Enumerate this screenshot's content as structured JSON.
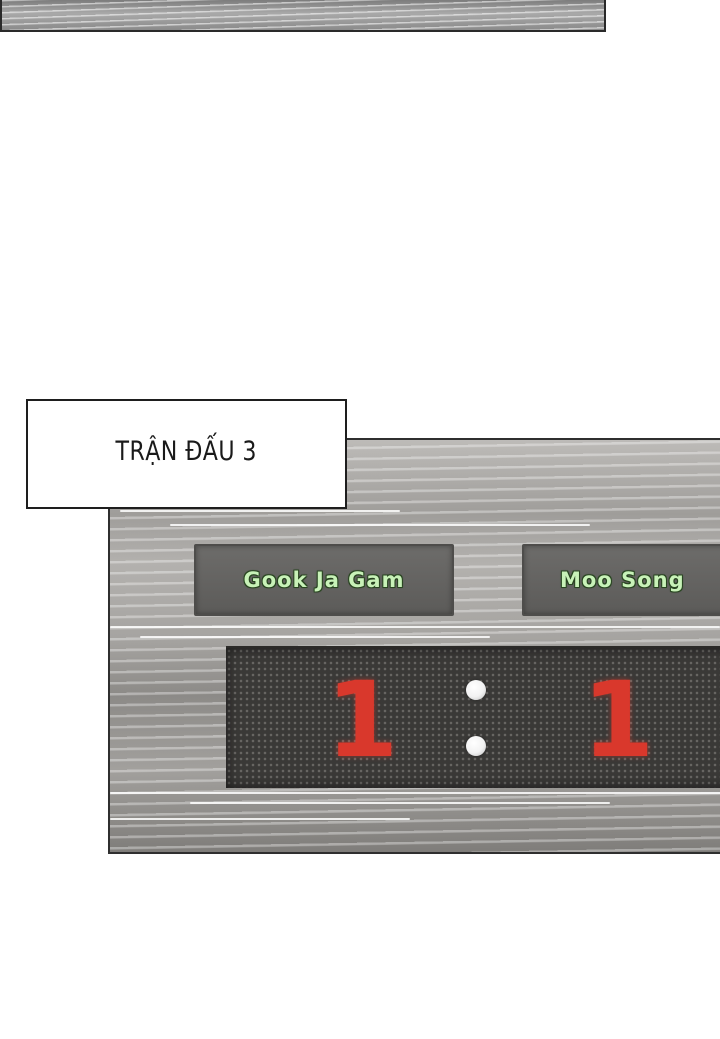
{
  "caption": {
    "text": "TRẬN ĐẤU 3"
  },
  "scoreboard": {
    "player_left": "Gook Ja Gam",
    "player_right": "Moo Song",
    "score_left": "1",
    "score_right": "1",
    "score_color": "#d9382c",
    "name_color": "#c8f2b8"
  }
}
